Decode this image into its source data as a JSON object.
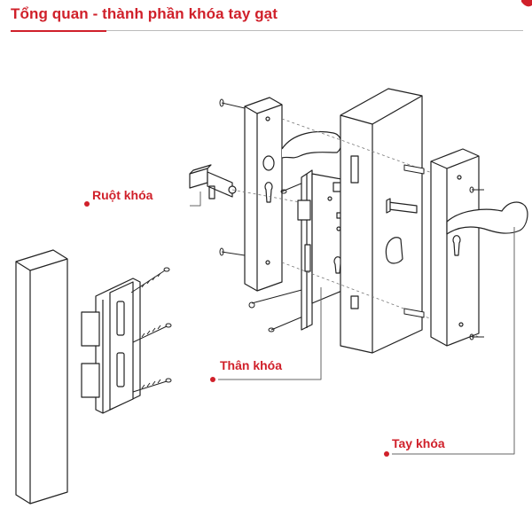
{
  "title": "Tổng quan - thành phần khóa tay gạt",
  "labels": {
    "cylinder": "Ruột khóa",
    "lock_body": "Thân khóa",
    "handle": "Tay khóa"
  },
  "colors": {
    "accent": "#d0202a",
    "line": "#222222",
    "leader": "#666666"
  }
}
